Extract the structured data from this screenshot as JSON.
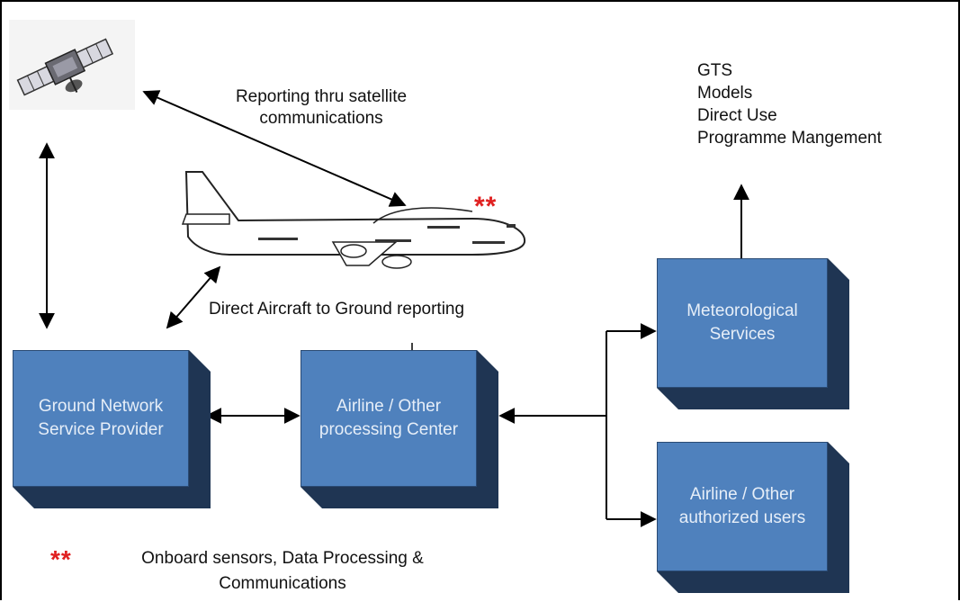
{
  "top_outputs": {
    "lines": [
      "GTS",
      "Models",
      "Direct Use",
      "Programme Mangement"
    ]
  },
  "labels": {
    "satellite_reporting": "Reporting thru satellite communications",
    "direct_reporting": "Direct Aircraft to Ground reporting",
    "footnote_marker": "**",
    "footnote_text": "Onboard sensors, Data Processing & Communications"
  },
  "aircraft_marker": "**",
  "boxes": {
    "ground_network": "Ground Network Service Provider",
    "airline_processing": "Airline / Other processing Center",
    "meteorological": "Meteorological Services",
    "authorized_users": "Airline / Other authorized users"
  },
  "colors": {
    "box_face": "#4f81bd",
    "box_shade": "#1f3553",
    "marker": "#e02020"
  },
  "icons": {
    "satellite": "satellite-icon",
    "aircraft": "aircraft-icon"
  }
}
